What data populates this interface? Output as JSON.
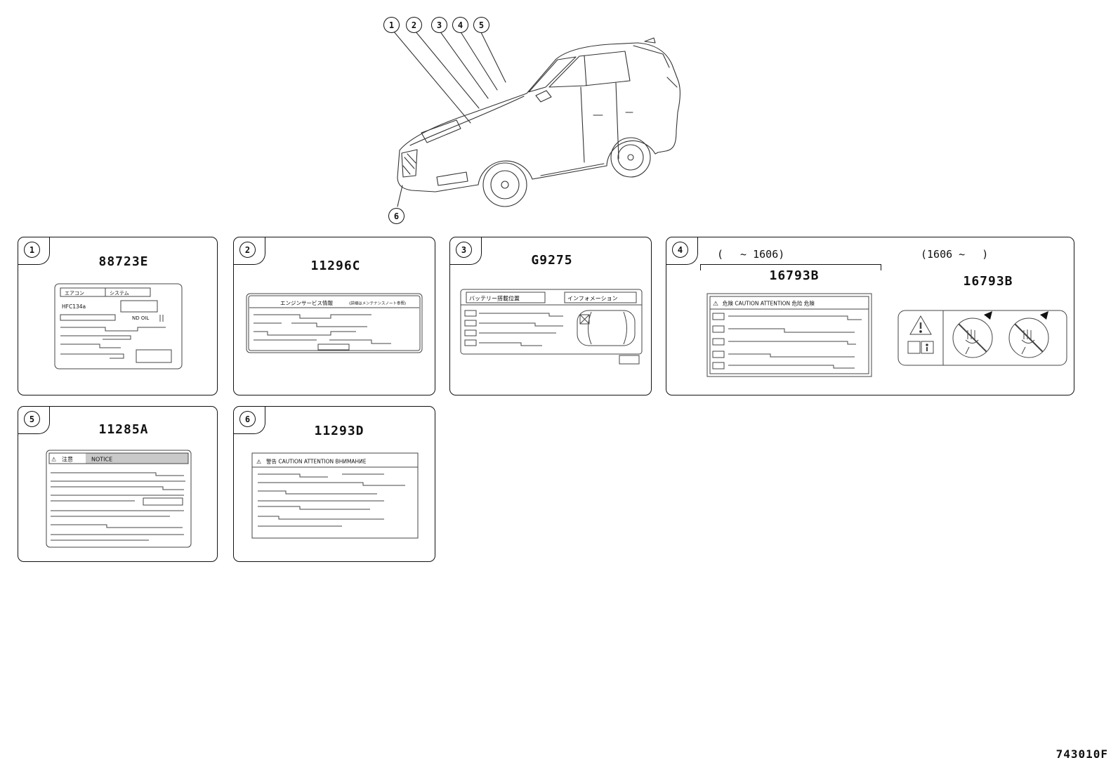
{
  "page": {
    "code": "743010F"
  },
  "callouts": [
    "1",
    "2",
    "3",
    "4",
    "5",
    "6"
  ],
  "boxes": {
    "b1": {
      "num": "1",
      "part": "88723E",
      "label": {
        "h1": "エアコン",
        "h2": "システム",
        "gas": "HFC134a",
        "oil": "ND OIL"
      }
    },
    "b2": {
      "num": "2",
      "part": "11296C",
      "label": {
        "title": "エンジンサービス情報",
        "subtitle": "(詳細はメンテナンスノート参照)"
      }
    },
    "b3": {
      "num": "3",
      "part": "G9275",
      "label": {
        "title_left": "バッテリー搭載位置",
        "title_right": "インフォメーション"
      }
    },
    "b4": {
      "num": "4",
      "range_left": "(　 ~ 1606)",
      "range_right": "(1606 ~ 　)",
      "part_left": "16793B",
      "part_right": "16793B",
      "label": {
        "warn": "⚠",
        "title": "危険 CAUTION ATTENTION 危险 危険"
      }
    },
    "b5": {
      "num": "5",
      "part": "11285A",
      "label": {
        "warn": "⚠",
        "jp": "注意",
        "en": "NOTICE"
      }
    },
    "b6": {
      "num": "6",
      "part": "11293D",
      "label": {
        "warn": "⚠",
        "title": "警告 CAUTION ATTENTION ВНИМАНИЕ"
      }
    }
  }
}
